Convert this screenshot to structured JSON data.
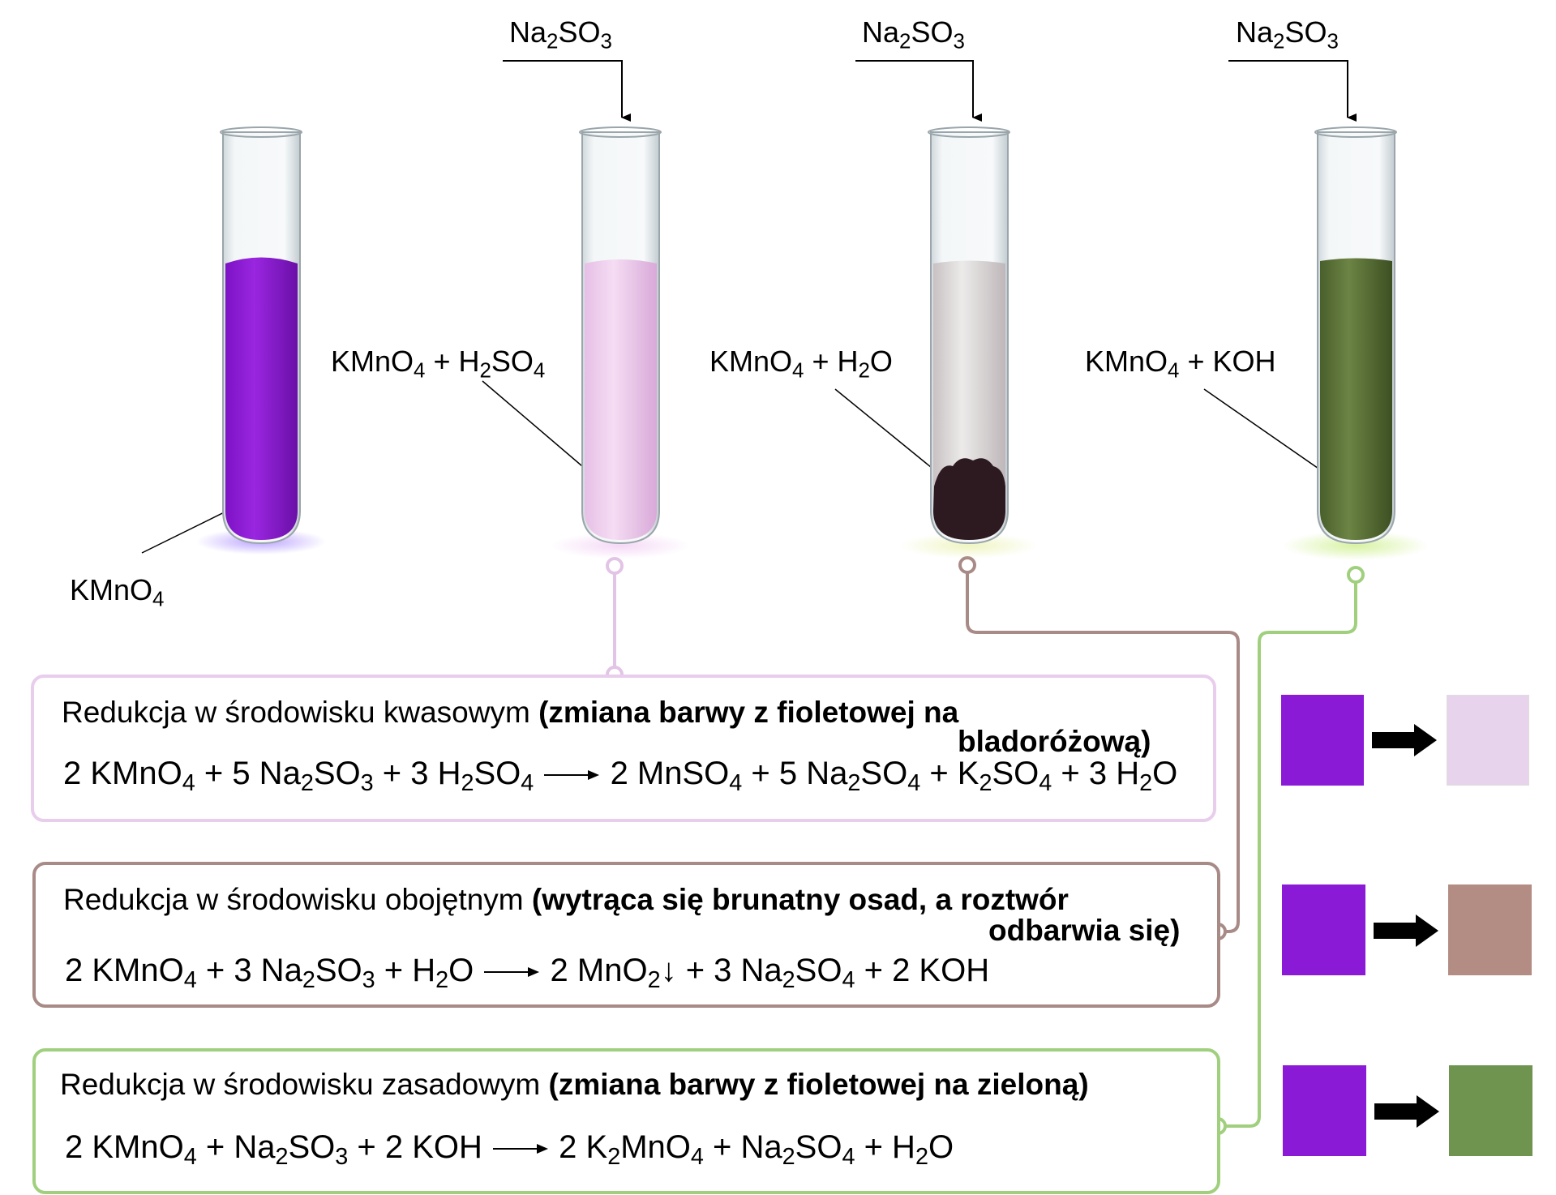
{
  "colors": {
    "purple": "#8b1ad6",
    "pink_light": "#e8d3ec",
    "brown": "#b38c84",
    "green": "#6f944f",
    "box_pink": "#e8cdec",
    "box_brown": "#a88a86",
    "box_green": "#a0d07e"
  },
  "tubes": [
    {
      "label": {
        "a": "KMnO",
        "a_sub": "4"
      }
    },
    {
      "reagent": {
        "a": "Na",
        "a_sub": "2",
        "b": "SO",
        "b_sub": "3"
      },
      "label": {
        "a": "KMnO",
        "a_sub": "4",
        "b": " + H",
        "b_sub": "2",
        "c": "SO",
        "c_sub": "4"
      }
    },
    {
      "reagent": {
        "a": "Na",
        "a_sub": "2",
        "b": "SO",
        "b_sub": "3"
      },
      "label": {
        "a": "KMnO",
        "a_sub": "4",
        "b": " + H",
        "b_sub": "2",
        "c": "O"
      }
    },
    {
      "reagent": {
        "a": "Na",
        "a_sub": "2",
        "b": "SO",
        "b_sub": "3"
      },
      "label": {
        "a": "KMnO",
        "a_sub": "4",
        "b": " + KOH"
      }
    }
  ],
  "boxes": {
    "acidic": {
      "title": "Redukcja w środowisku kwasowym ",
      "bold1": "(zmiana barwy z fioletowej na",
      "bold2": "bladoróżową)",
      "eq": {
        "p1": "2 KMnO",
        "s1": "4",
        "p2": " + 5 Na",
        "s2": "2",
        "p3": "SO",
        "s3": "3",
        "p4": " + 3 H",
        "s4": "2",
        "p5": "SO",
        "s5": "4",
        "p6": "2 MnSO",
        "s6": "4",
        "p7": " + 5 Na",
        "s7": "2",
        "p8": "SO",
        "s8": "4",
        "p9": " + K",
        "s9": "2",
        "p10": "SO",
        "s10": "4",
        "p11": " + 3 H",
        "s11": "2",
        "p12": "O"
      }
    },
    "neutral": {
      "title": "Redukcja w środowisku obojętnym ",
      "bold1": "(wytrąca się brunatny osad, a roztwór",
      "bold2": "odbarwia się)",
      "eq": {
        "p1": "2 KMnO",
        "s1": "4",
        "p2": " + 3 Na",
        "s2": "2",
        "p3": "SO",
        "s3": "3",
        "p4": " + H",
        "s4": "2",
        "p5": "O",
        "p6": "2 MnO",
        "s6": "2",
        "p7": "↓",
        "p8": " + 3 Na",
        "s8": "2",
        "p9": "SO",
        "s9": "4",
        "p10": " + 2 KOH"
      }
    },
    "basic": {
      "title": "Redukcja w środowisku zasadowym ",
      "bold1": "(zmiana barwy z fioletowej na zieloną)",
      "eq": {
        "p1": "2 KMnO",
        "s1": "4",
        "p2": " + Na",
        "s2": "2",
        "p3": "SO",
        "s3": "3",
        "p4": " + 2 KOH",
        "p6": "2 K",
        "s6": "2",
        "p7": "MnO",
        "s7": "4",
        "p8": " + Na",
        "s8": "2",
        "p9": "SO",
        "s9": "4",
        "p10": " + H",
        "s10": "2",
        "p11": "O"
      }
    }
  }
}
